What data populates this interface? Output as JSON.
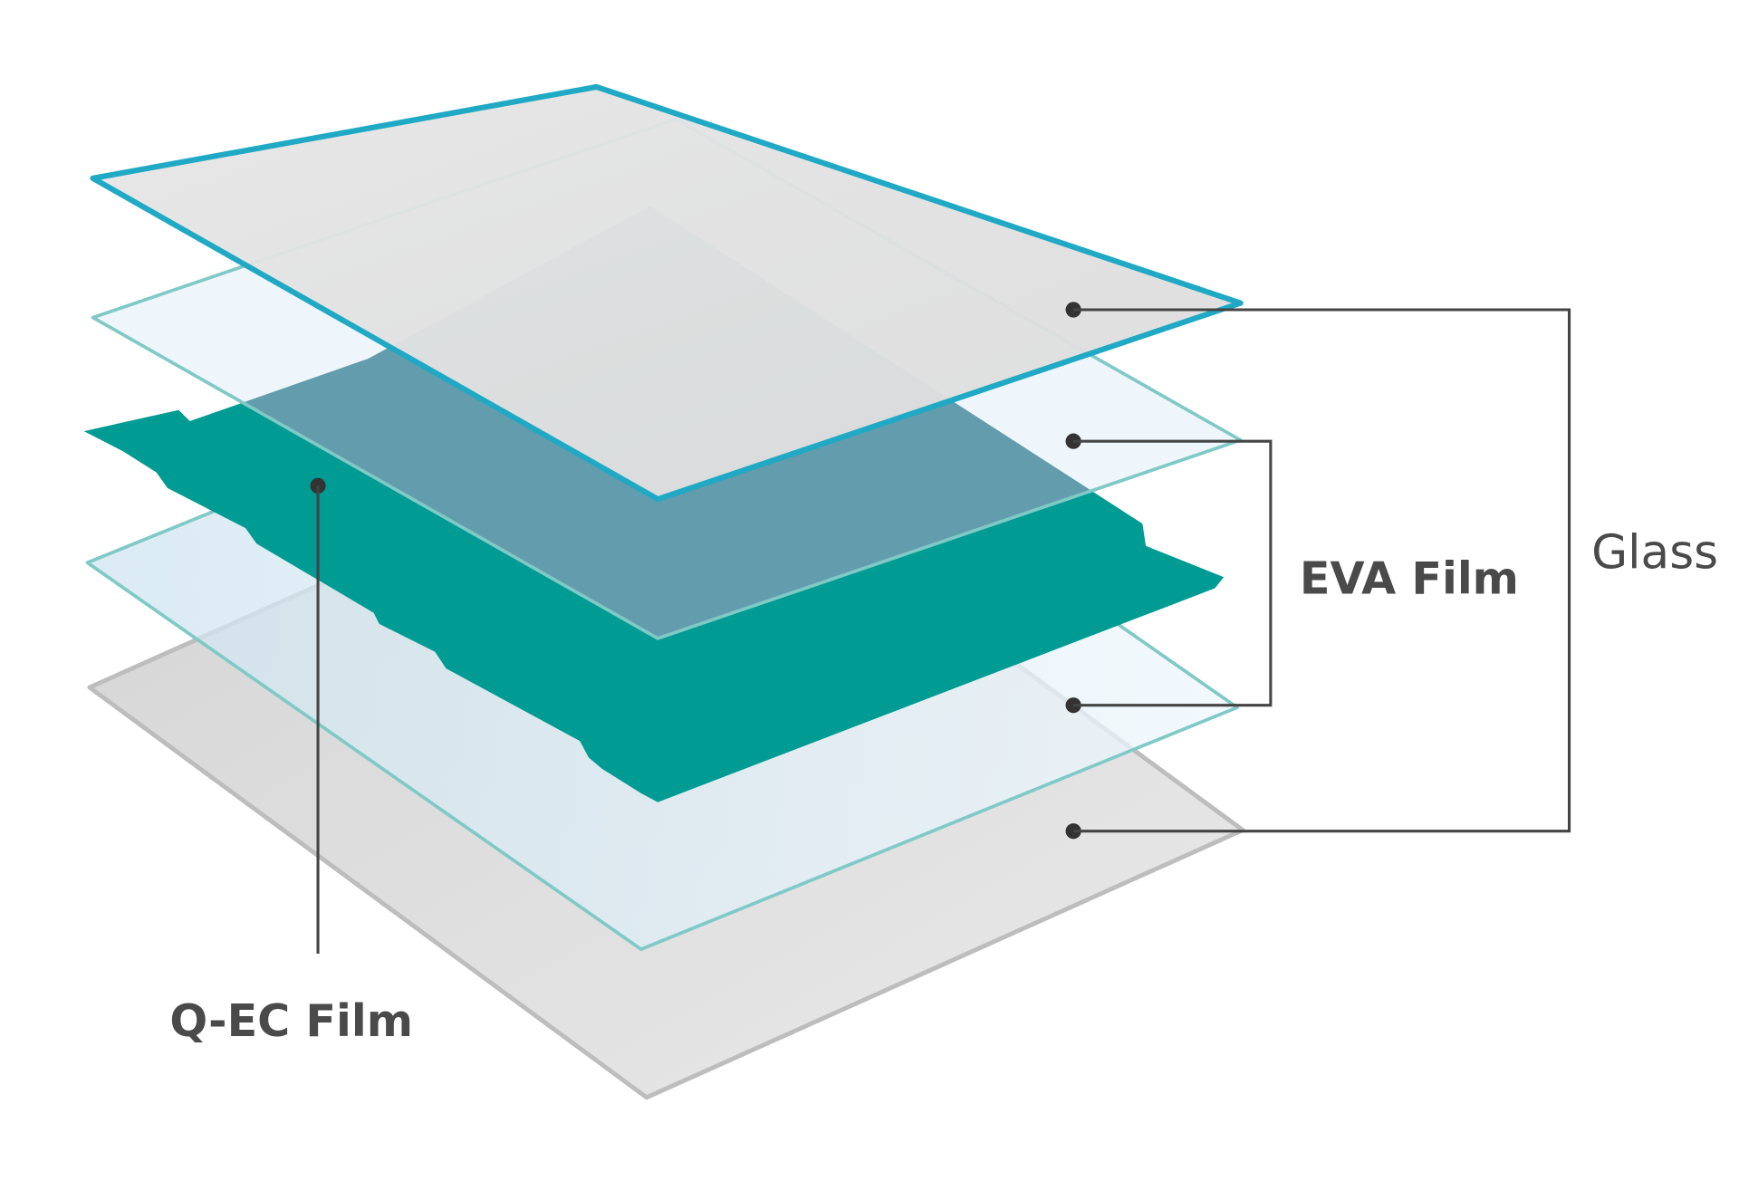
{
  "labels": {
    "glass": "Glass",
    "eva_film": "EVA Film",
    "qec_film": "Q-EC Film"
  },
  "colors": {
    "glass_edge": "#1fa9c4",
    "glass_fill": "#e3e3e3",
    "eva_edge": "#7fc9c6",
    "eva_fill": "#dcecf6",
    "qec_teal": "#009b93",
    "qec_dark": "#005c72",
    "bottom_glass": "#dedede",
    "text": "#4a4a4a"
  }
}
